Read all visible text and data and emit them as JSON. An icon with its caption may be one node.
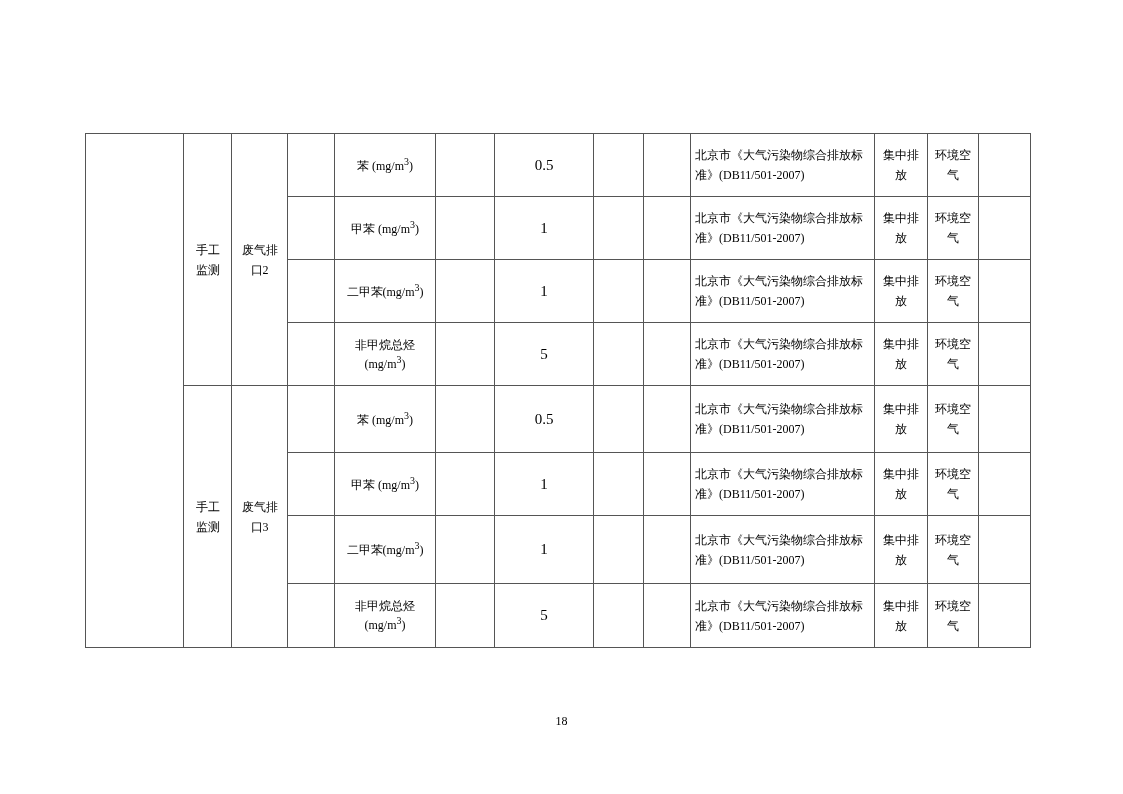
{
  "diagram": {
    "labels": [
      "手工监测",
      "废气排口2",
      "苯 (mg/m$^{3}$)",
      "0.5",
      "北京市《大气污染物综合排放标准》(DB11/501-2007)",
      "集中排放",
      "环境空气",
      "甲苯 (mg/m$^{3}$)",
      "1",
      "北京市《大气污染物综合排放标准》(DB11/501-2007)",
      "集中排放",
      "环境空气",
      "二甲苯(mg/m$^{3}$)",
      "1",
      "北京市《大气污染物综合排放标准》(DB11/501-2007)",
      "集中排放",
      "环境空气",
      "非甲烷总烃 (mg/m$^{3}$)",
      "5",
      "北京市《大气污染物综合排放标准》(DB11/501-2007)",
      "集中排放",
      "环境空气",
      "手工监测",
      "废气排口3",
      "苯 (mg/m$^{3}$)",
      "0.5",
      "北京市《大气污染物综合排放标准》(DB11/501-2007)",
      "集中排放",
      "环境空气",
      "甲苯 (mg/m$^{3}$)",
      "1",
      "北京市《大气污染物综合排放标准》(DB11/501-2007)",
      "集中排放",
      "环境空气",
      "二甲苯(mg/m$^{3}$)",
      "1",
      "北京市《大气污染物综合排放标准》(DB11/501-2007)",
      "集中排放",
      "环境空气",
      "非甲烷总烃 (mg/m$^{3}$)",
      "5",
      "北京市《大气污染物综合排放标准》(DB11/501-2007)",
      "集中排放",
      "环境空气",
      "18"
    ]
  }
}
